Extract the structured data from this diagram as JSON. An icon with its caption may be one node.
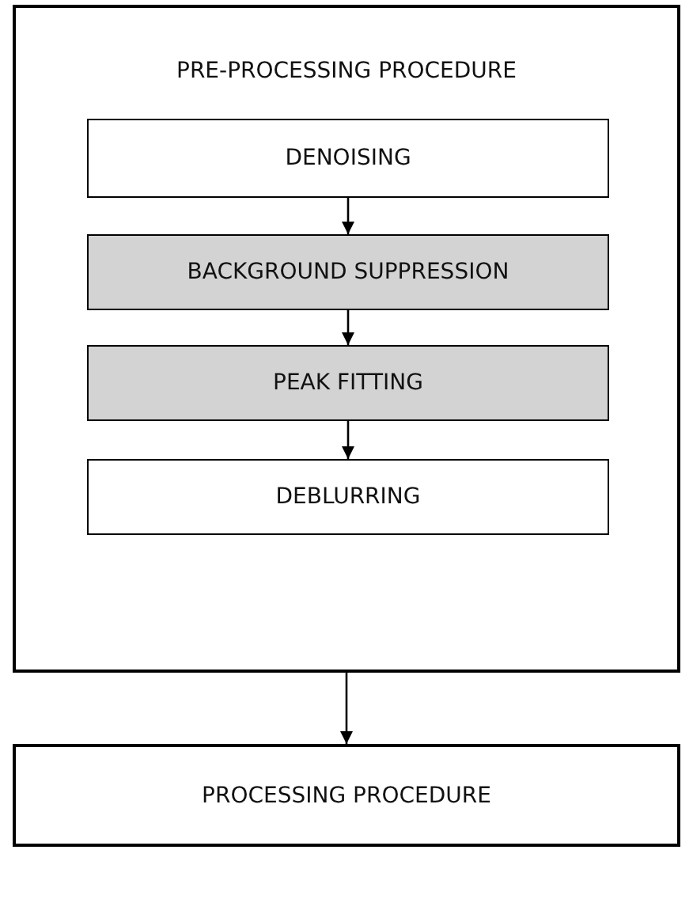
{
  "diagram": {
    "nodes": [
      {
        "text": [
          "PRE-PROCESSING PROCEDURE"
        ]
      },
      {
        "text": [
          "DENOISING"
        ],
        "in": 0
      },
      {
        "text": [
          "BACKGROUND SUPPRESSION"
        ],
        "in": 0
      },
      {
        "text": [
          "PEAK FITTING"
        ],
        "in": 0
      },
      {
        "text": [
          "DEBLURRING"
        ],
        "in": 0
      },
      {
        "text": [
          "PROCESSING PROCEDURE"
        ]
      }
    ],
    "edges": [
      {
        "from": 1,
        "to": 2,
        "arrow": "to"
      },
      {
        "from": 2,
        "to": 3,
        "arrow": "to"
      },
      {
        "from": 3,
        "to": 4,
        "arrow": "to"
      },
      {
        "from": 0,
        "to": 5,
        "arrow": "to"
      }
    ]
  }
}
